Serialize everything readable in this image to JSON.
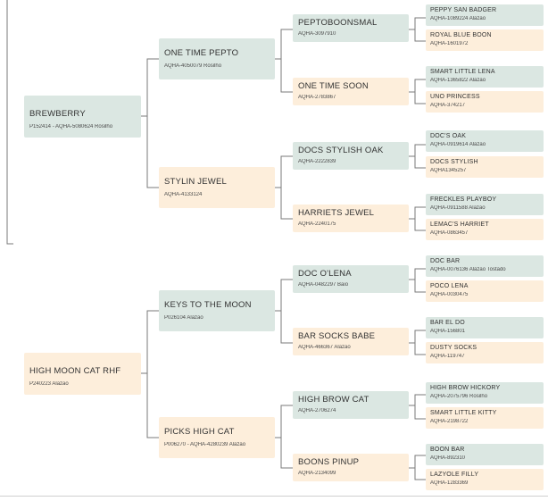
{
  "pedigree": {
    "sire": {
      "name": "BREWBERRY",
      "info": "P152414 - AQHA-5080624 Rosilho",
      "sire": {
        "name": "ONE TIME PEPTO",
        "info": "AQHA-4050079 Rosilho",
        "sire": {
          "name": "PEPTOBOONSMAL",
          "info": "AQHA-3097910",
          "sire": {
            "name": "PEPPY SAN BADGER",
            "info": "AQHA-1089224 Alazão"
          },
          "dam": {
            "name": "ROYAL BLUE BOON",
            "info": "AQHA-1601972"
          }
        },
        "dam": {
          "name": "ONE TIME SOON",
          "info": "AQHA-2783867",
          "sire": {
            "name": "SMART LITTLE LENA",
            "info": "AQHA-1365822 Alazão"
          },
          "dam": {
            "name": "UNO PRINCESS",
            "info": "AQHA-374217"
          }
        }
      },
      "dam": {
        "name": "STYLIN JEWEL",
        "info": "AQHA-4133124",
        "sire": {
          "name": "DOCS STYLISH OAK",
          "info": "AQHA-2222839",
          "sire": {
            "name": "DOC'S OAK",
            "info": "AQHA-0919614 Alazão"
          },
          "dam": {
            "name": "DOCS STYLISH",
            "info": "AQHA1345257"
          }
        },
        "dam": {
          "name": "HARRIETS JEWEL",
          "info": "AQHA-2240175",
          "sire": {
            "name": "FRECKLES PLAYBOY",
            "info": "AQHA-0911588 Alazão"
          },
          "dam": {
            "name": "LEMAC'S HARRIET",
            "info": "AQHA-0863457"
          }
        }
      }
    },
    "dam": {
      "name": "HIGH MOON CAT RHF",
      "info": "P240223 Alazão",
      "sire": {
        "name": "KEYS TO THE MOON",
        "info": "P026104 Alazão",
        "sire": {
          "name": "DOC O'LENA",
          "info": "AQHA-0482297 Baio",
          "sire": {
            "name": "DOC BAR",
            "info": "AQHA-0076136 Alazão Tostado"
          },
          "dam": {
            "name": "POCO LENA",
            "info": "AQHA-0030475"
          }
        },
        "dam": {
          "name": "BAR SOCKS BABE",
          "info": "AQHA-466367 Alazão",
          "sire": {
            "name": "BAR EL DO",
            "info": "AQHA-156801"
          },
          "dam": {
            "name": "DUSTY SOCKS",
            "info": "AQHA-119747"
          }
        }
      },
      "dam": {
        "name": "PICKS HIGH CAT",
        "info": "P006270 - AQHA-4280239 Alazão",
        "sire": {
          "name": "HIGH BROW CAT",
          "info": "AQHA-2706274",
          "sire": {
            "name": "HIGH BROW HICKORY",
            "info": "AQHA-2075796 Rosilho"
          },
          "dam": {
            "name": "SMART LITTLE KITTY",
            "info": "AQHA-2198722"
          }
        },
        "dam": {
          "name": "BOONS PINUP",
          "info": "AQHA-2134099",
          "sire": {
            "name": "BOON BAR",
            "info": "AQHA-892310"
          },
          "dam": {
            "name": "LAZYOLE FILLY",
            "info": "AQHA-1283369"
          }
        }
      }
    }
  },
  "colors": {
    "male_box": "#dbe7e2",
    "female_box": "#fdeedb",
    "connector": "#7a7a7a",
    "text": "#333333"
  }
}
